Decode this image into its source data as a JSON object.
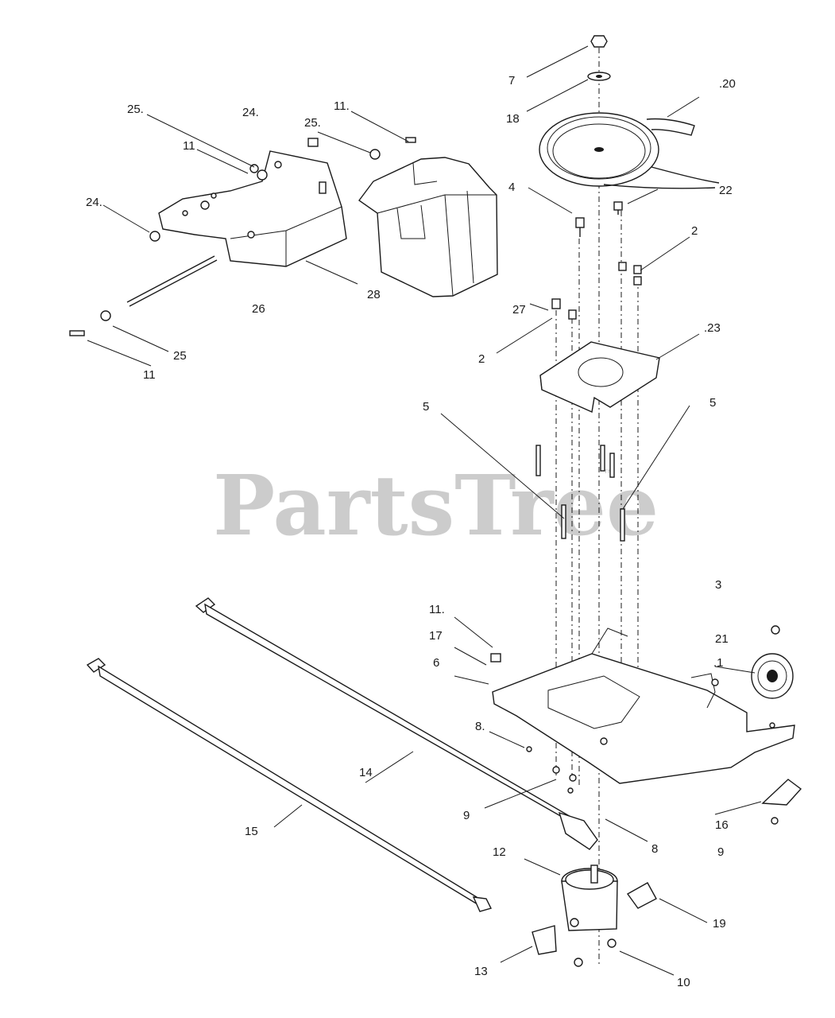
{
  "watermark": {
    "text": "PartsTree",
    "mark": "™"
  },
  "labels": {
    "l7": "7",
    "l20": ".20",
    "l18": "18",
    "l22": "22",
    "l4": "4",
    "l2a": "2",
    "l27": "27",
    "l2b": "2",
    "l23": ".23",
    "l25a": "25.",
    "l24a": "24.",
    "l25b": "25.",
    "l11a": "11.",
    "l11b": "11",
    "l24b": "24.",
    "l26": "26",
    "l28": "28",
    "l25c": "25",
    "l11c": "11",
    "l5a": "5",
    "l5b": "5",
    "l3": "3",
    "l11d": "11.",
    "l17": "17",
    "l6": "6",
    "l21": "21",
    "l1": ".1",
    "l8a": "8.",
    "l14": "14",
    "l9a": "9",
    "l15": "15",
    "l8b": "8",
    "l12": "12",
    "l16": "16",
    "l9b": "9",
    "l19": "19",
    "l13": "13",
    "l10": "10"
  }
}
